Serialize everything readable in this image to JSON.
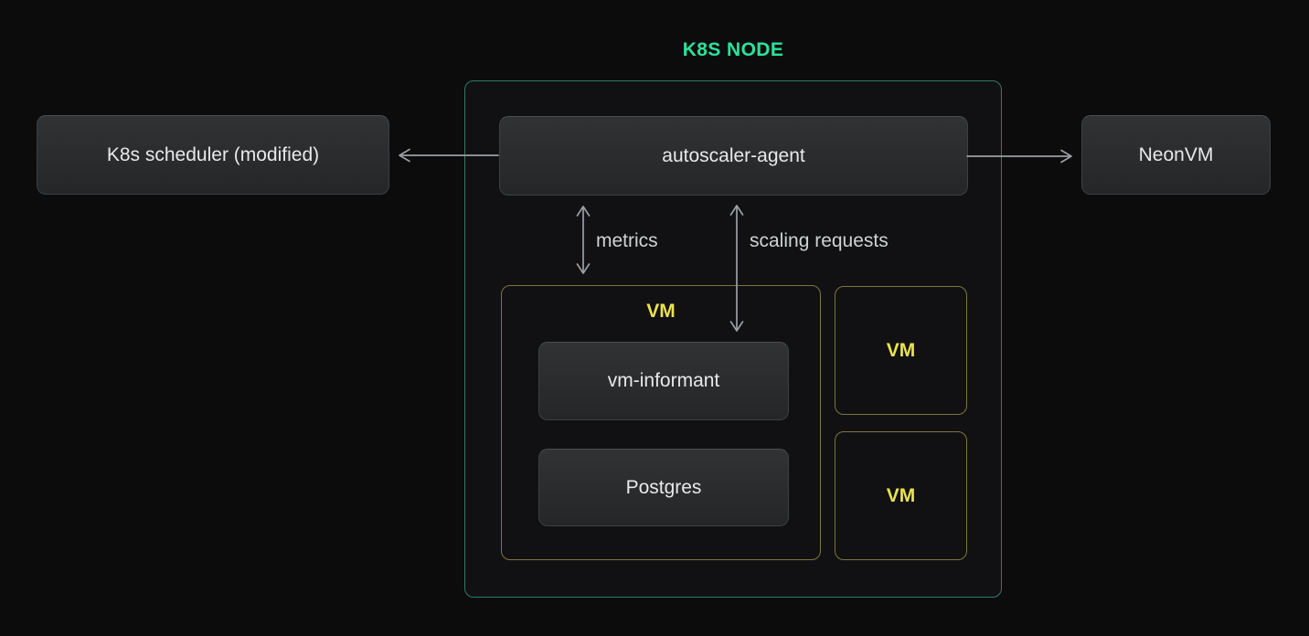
{
  "colors": {
    "background": "#0c0c0d",
    "node_title_green": "#2be29c",
    "k8s_border_green": "#2f7c60",
    "vm_text_yellow": "#eae250",
    "vm_border_yellow": "#7c763c",
    "arrow_gray": "#9b9fa4",
    "gray_node_fill_top": "#303234",
    "gray_node_fill_bottom": "#242628",
    "gray_node_border": "#3d4043",
    "node_text": "#e7e9eb",
    "edge_label_text": "#cfd2d4"
  },
  "k8s_node": {
    "title": "K8S NODE",
    "autoscaler": {
      "label": "autoscaler-agent"
    },
    "vm_main": {
      "label": "VM",
      "vm_informant": {
        "label": "vm-informant"
      },
      "postgres": {
        "label": "Postgres"
      }
    },
    "vm_small_top": {
      "label": "VM"
    },
    "vm_small_bottom": {
      "label": "VM"
    }
  },
  "external": {
    "scheduler": {
      "label": "K8s scheduler (modified)"
    },
    "neonvm": {
      "label": "NeonVM"
    }
  },
  "edges": {
    "metrics": {
      "label": "metrics"
    },
    "scaling_requests": {
      "label": "scaling requests"
    }
  }
}
